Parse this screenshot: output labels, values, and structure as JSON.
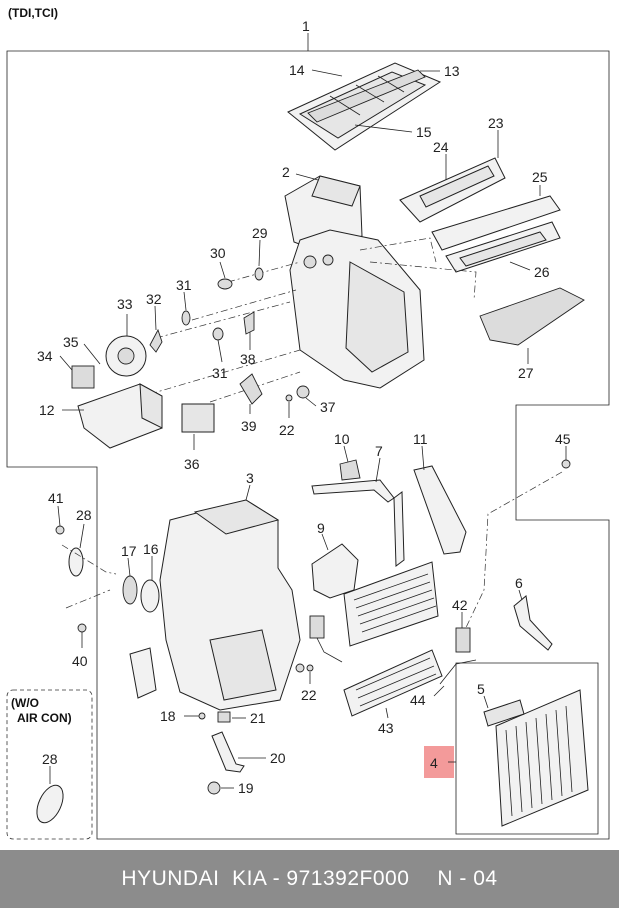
{
  "header": {
    "variant": "(TDI,TCI)"
  },
  "inset": {
    "line1": "(W/O",
    "line2": "AIR CON)",
    "part": "28"
  },
  "highlight": {
    "label": "4",
    "color": "#f39a9a"
  },
  "parts": {
    "p1": "1",
    "p2": "2",
    "p3": "3",
    "p4": "4",
    "p5": "5",
    "p6": "6",
    "p7": "7",
    "p9": "9",
    "p10": "10",
    "p11": "11",
    "p12": "12",
    "p13": "13",
    "p14": "14",
    "p15": "15",
    "p16": "16",
    "p17": "17",
    "p18": "18",
    "p19": "19",
    "p20": "20",
    "p21": "21",
    "p22a": "22",
    "p22b": "22",
    "p23": "23",
    "p24": "24",
    "p25": "25",
    "p26": "26",
    "p27": "27",
    "p28": "28",
    "p29": "29",
    "p30": "30",
    "p31a": "31",
    "p31b": "31",
    "p32": "32",
    "p33": "33",
    "p34": "34",
    "p35": "35",
    "p36": "36",
    "p37": "37",
    "p38": "38",
    "p39": "39",
    "p40": "40",
    "p41": "41",
    "p42": "42",
    "p43": "43",
    "p44": "44",
    "p45": "45"
  },
  "footer": {
    "brand": "HYUNDAI  KIA - 971392F000",
    "page": "N - 04"
  }
}
